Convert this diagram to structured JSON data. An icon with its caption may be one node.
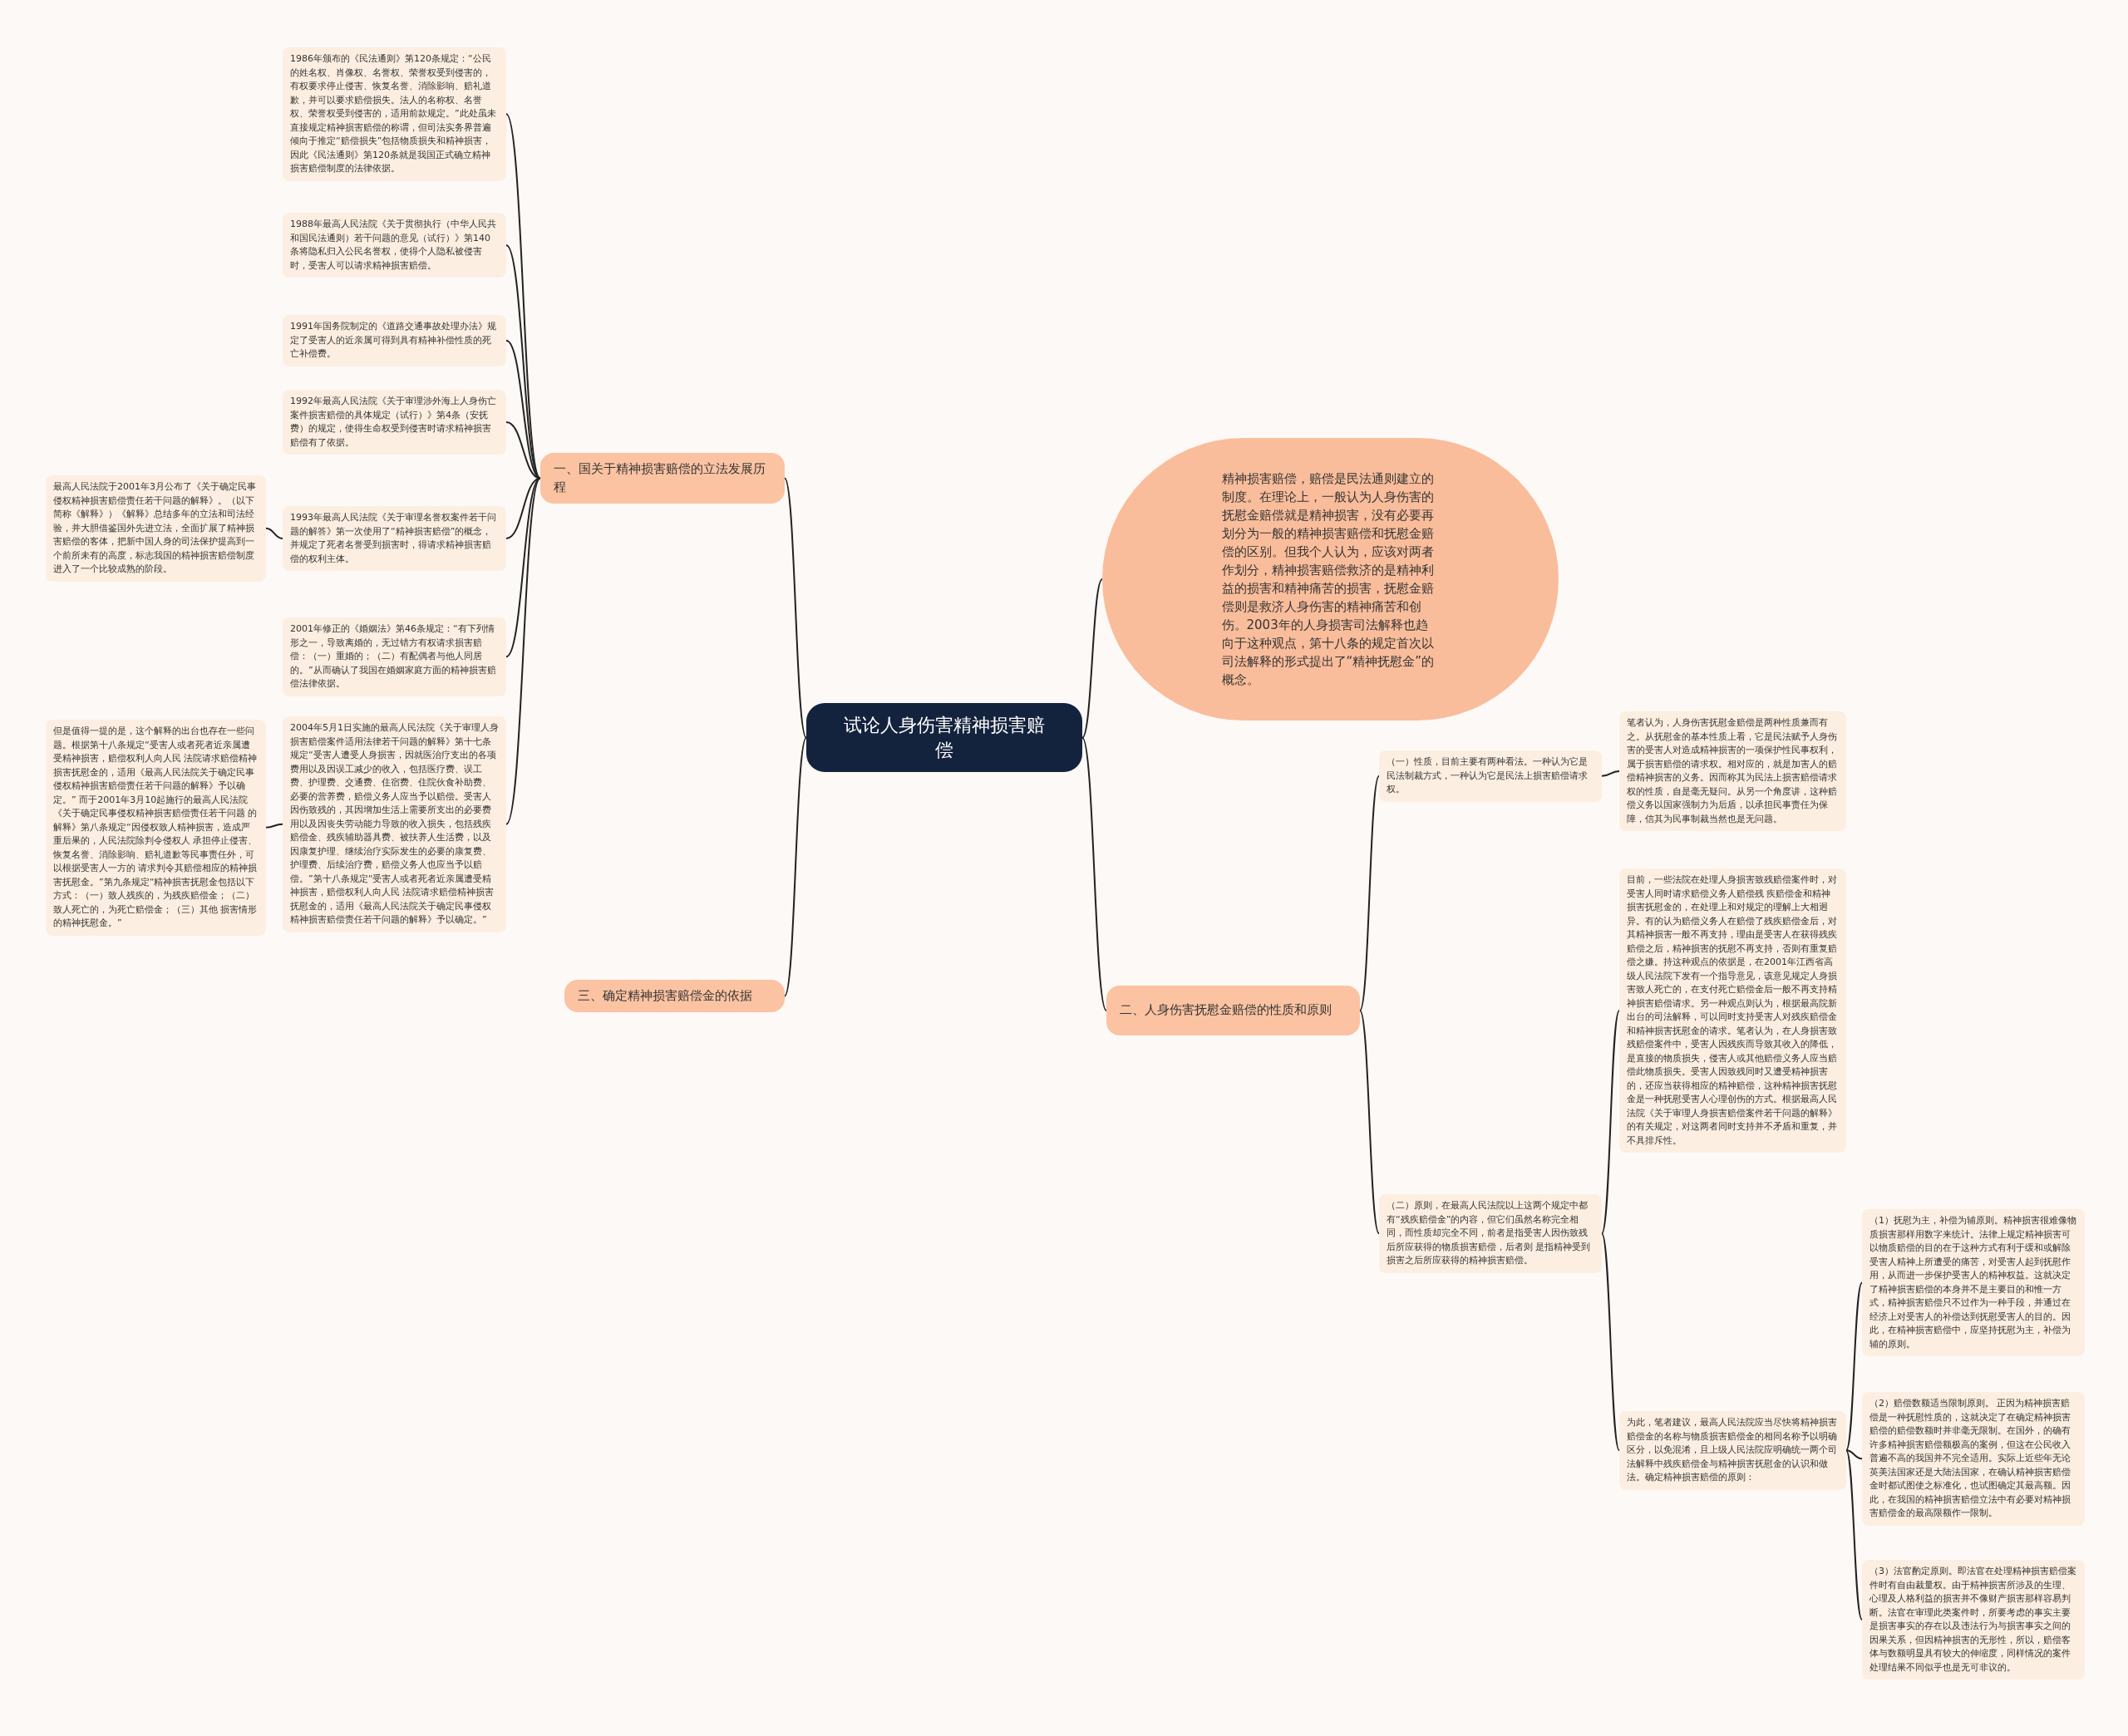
{
  "diagram": {
    "nodes": [
      {
        "text": [
          "试论人身伤害精神损害赔偿"
        ]
      },
      {
        "text": [
          "一、国关于精神损害赔偿的立法发展历程"
        ]
      },
      {
        "text": [
          "1986年颁布的《民法通则》第120条规定：“公民的姓名权、肖像权、名誉权、荣誉权受到侵害的，有权要求停止侵害、恢复名誉、消除影响、赔礼道歉，并可以要求赔偿损失。法人的名称权、名誉权、荣誉权受到侵害的，适用前款规定。”此处虽未直接规定精神损害赔偿的称谓，但司法实务界普遍倾向于推定“赔偿损失”包括物质损失和精神损害，因此《民法通则》第120条就是我国正式确立精神损害赔偿制度的法律依据。"
        ]
      },
      {
        "text": [
          "1988年最高人民法院《关于贯彻执行（中华人民共和国民法通则）若干问题的意见（试行）》第140条将隐私归入公民名誉权，使得个人隐私被侵害时，受害人可以请求精神损害赔偿。"
        ]
      },
      {
        "text": [
          "1991年国务院制定的《道路交通事故处理办法》规定了受害人的近亲属可得到具有精神补偿性质的死亡补偿费。"
        ]
      },
      {
        "text": [
          "1992年最高人民法院《关于审理涉外海上人身伤亡案件损害赔偿的具体规定（试行）》第4条（安抚费）的规定，使得生命权受到侵害时请求精神损害赔偿有了依据。"
        ]
      },
      {
        "text": [
          "1993年最高人民法院《关于审理名誉权案件若干问题的解答》第一次使用了“精神损害赔偿”的概念，并规定了死者名誉受到损害时，得请求精神损害赔偿的权利主体。"
        ]
      },
      {
        "text": [
          "最高人民法院于2001年3月公布了《关于确定民事侵权精神损害赔偿责任若干问题的解释》。（以下简称《解释》）《解释》总结多年的立法和司法经验，并大胆借鉴国外先进立法，全面扩展了精神损害赔偿的客体，把新中国人身的司法保护提高到一个前所未有的高度，标志我国的精神损害赔偿制度进入了一个比较成熟的阶段。"
        ]
      },
      {
        "text": [
          "2001年修正的《婚姻法》第46条规定：“有下列情形之一，导致离婚的，无过错方有权请求损害赔偿：（一）重婚的；（二）有配偶者与他人同居的。”从而确认了我国在婚姻家庭方面的精神损害赔偿法律依据。"
        ]
      },
      {
        "text": [
          "2004年5月1日实施的最高人民法院《关于审理人身损害赔偿案件适用法律若干问题的解释》第十七条规定“受害人遭受人身损害，因就医治疗支出的各项费用以及因误工减少的收入，包括医疗费、误工费、护理费、交通费、住宿费、住院伙食补助费、必要的营养费，赔偿义务人应当予以赔偿。受害人因伤致残的，其因增加生活上需要所支出的必要费用以及因丧失劳动能力导致的收入损失，包括残疾赔偿金、残疾辅助器具费、被扶养人生活费，以及因康复护理、继续治疗实际发生的必要的康复费、护理费、后续治疗费，赔偿义务人也应当予以赔偿。”第十八条规定“受害人或者死者近亲属遭受精神损害，赔偿权利人向人民 法院请求赔偿精神损害抚慰金的，适用《最高人民法院关于确定民事侵权精神损害赔偿责任若干问题的解释》予以确定。”"
        ]
      },
      {
        "text": [
          "但是值得一提的是，这个解释的出台也存在一些问题。根据第十八条规定“受害人或者死者近亲属遭受精神损害，赔偿权利人向人民 法院请求赔偿精神损害抚慰金的，适用《最高人民法院关于确定民事侵权精神损害赔偿责任若干问题的解释》予以确定。” 而于2001年3月10起施行的最高人民法院《关于确定民事侵权精神损害赔偿责任若干问题 的解释》第八条规定“因侵权致人精神损害，造成严重后果的，人民法院除判令侵权人 承担停止侵害、恢复名誉、消除影响、赔礼道歉等民事责任外，可以根据受害人一方的 请求判令其赔偿相应的精神损害抚慰金。”第九条规定“精神损害抚慰金包括以下方式：（一）致人残疾的，为残疾赔偿金；（二）致人死亡的，为死亡赔偿金；（三）其他 损害情形的精神抚慰金。”"
        ]
      },
      {
        "text": [
          "精神损害赔偿，赔偿是民法通则建立的制度。在理论上，一般认为人身伤害的抚慰金赔偿就是精神损害，没有必要再划分为一般的精神损害赔偿和抚慰金赔偿的区别。但我个人认为，应该对两者作划分，精神损害赔偿救济的是精神利益的损害和精神痛苦的损害，抚慰金赔偿则是救济人身伤害的精神痛苦和创伤。2003年的人身损害司法解释也趋向于这种观点，第十八条的规定首次以司法解释的形式提出了“精神抚慰金”的概念。"
        ]
      },
      {
        "text": [
          "三、确定精神损害赔偿金的依据"
        ]
      },
      {
        "text": [
          "二、人身伤害抚慰金赔偿的性质和原则"
        ]
      },
      {
        "text": [
          "（一）性质，目前主要有两种看法。一种认为它是民法制裁方式，一种认为它是民法上损害赔偿请求权。"
        ]
      },
      {
        "text": [
          "笔者认为，人身伤害抚慰金赔偿是两种性质兼而有之。从抚慰金的基本性质上看，它是民法赋予人身伤害的受害人对造成精神损害的一项保护性民事权利，属于损害赔偿的请求权。相对应的，就是加害人的赔偿精神损害的义务。因而称其为民法上损害赔偿请求权的性质，自是毫无疑问。从另一个角度讲，这种赔偿义务以国家强制力为后盾，以承担民事责任为保障，信其为民事制裁当然也是无问题。"
        ]
      },
      {
        "text": [
          "（二）原则，在最高人民法院以上这两个规定中都有“残疾赔偿金”的内容，但它们虽然名称完全相同，而性质却完全不同，前者是指受害人因伤致残后所应获得的物质损害赔偿，后者则 是指精神受到损害之后所应获得的精神损害赔偿。"
        ]
      },
      {
        "text": [
          "目前，一些法院在处理人身损害致残赔偿案件时，对受害人同时请求赔偿义务人赔偿残 疾赔偿金和精神损害抚慰金的，在处理上和对规定的理解上大相迥异。有的认为赔偿义务人在赔偿了残疾赔偿金后，对其精神损害一般不再支持，理由是受害人在获得残疾赔偿之后，精神损害的抚慰不再支持，否则有重复赔偿之嫌。持这种观点的依据是，在2001年江西省高级人民法院下发有一个指导意见，该意见规定人身损害致人死亡的，在支付死亡赔偿金后一般不再支持精神损害赔偿请求。另一种观点则认为，根据最高院新出台的司法解释，可以同时支持受害人对残疾赔偿金和精神损害抚慰金的请求。笔者认为，在人身损害致残赔偿案件中，受害人因残疾而导致其收入的降低，是直接的物质损失，侵害人或其他赔偿义务人应当赔偿此物质损失。受害人因致残同时又遭受精神损害的，还应当获得相应的精神赔偿，这种精神损害抚慰金是一种抚慰受害人心理创伤的方式。根据最高人民法院《关于审理人身损害赔偿案件若干问题的解释》的有关规定，对这两者同时支持并不矛盾和重复，并不具排斥性。"
        ]
      },
      {
        "text": [
          "为此，笔者建议，最高人民法院应当尽快将精神损害赔偿金的名称与物质损害赔偿金的相同名称予以明确区分，以免混淆，且上级人民法院应明确统一两个司法解释中残疾赔偿金与精神损害抚慰金的认识和做法。确定精神损害赔偿的原则："
        ]
      },
      {
        "text": [
          "（1）抚慰为主，补偿为辅原则。精神损害很难像物质损害那样用数字来统计。法律上规定精神损害可以物质赔偿的目的在于这种方式有利于缓和或解除受害人精神上所遭受的痛苦，对受害人起到抚慰作用，从而进一步保护受害人的精神权益。这就决定了精神损害赔偿的本身并不是主要目的和惟一方式，精神损害赔偿只不过作为一种手段，并通过在经济上对受害人的补偿达到抚慰受害人的目的。因此，在精神损害赔偿中，应坚持抚慰为主，补偿为辅的原则。"
        ]
      },
      {
        "text": [
          "（2）赔偿数额适当限制原则。 正因为精神损害赔偿是一种抚慰性质的，这就决定了在确定精神损害赔偿的赔偿数额时并非毫无限制。在国外，的确有许多精神损害赔偿额极高的案例，但这在公民收入普遍不高的我国并不完全适用。实际上近些年无论英美法国家还是大陆法国家，在确认精神损害赔偿金时都试图使之标准化，也试图确定其最高额。因此，在我国的精神损害赔偿立法中有必要对精神损害赔偿金的最高限额作一限制。"
        ]
      },
      {
        "text": [
          "（3）法官酌定原则。即法官在处理精神损害赔偿案件时有自由裁量权。由于精神损害所涉及的生理、心理及人格利益的损害并不像财产损害那样容易判断。法官在审理此类案件时，所要考虑的事实主要是损害事实的存在以及违法行为与损害事实之间的因果关系，但因精神损害的无形性，所以，赔偿客体与数额明显具有较大的伸缩度，同样情况的案件处理结果不同似乎也是无可非议的。"
        ]
      }
    ],
    "edges": [
      {
        "from": 0,
        "to": 1,
        "arrow": "none"
      },
      {
        "from": 0,
        "to": 11,
        "arrow": "none"
      },
      {
        "from": 0,
        "to": 12,
        "arrow": "none"
      },
      {
        "from": 0,
        "to": 13,
        "arrow": "none"
      },
      {
        "from": 1,
        "to": 2,
        "arrow": "none"
      },
      {
        "from": 1,
        "to": 3,
        "arrow": "none"
      },
      {
        "from": 1,
        "to": 4,
        "arrow": "none"
      },
      {
        "from": 1,
        "to": 5,
        "arrow": "none"
      },
      {
        "from": 1,
        "to": 6,
        "arrow": "none"
      },
      {
        "from": 6,
        "to": 7,
        "arrow": "none"
      },
      {
        "from": 1,
        "to": 8,
        "arrow": "none"
      },
      {
        "from": 1,
        "to": 9,
        "arrow": "none"
      },
      {
        "from": 9,
        "to": 10,
        "arrow": "none"
      },
      {
        "from": 13,
        "to": 14,
        "arrow": "none"
      },
      {
        "from": 14,
        "to": 15,
        "arrow": "none"
      },
      {
        "from": 13,
        "to": 16,
        "arrow": "none"
      },
      {
        "from": 16,
        "to": 17,
        "arrow": "none"
      },
      {
        "from": 16,
        "to": 18,
        "arrow": "none"
      },
      {
        "from": 18,
        "to": 19,
        "arrow": "none"
      },
      {
        "from": 18,
        "to": 20,
        "arrow": "none"
      },
      {
        "from": 18,
        "to": 21,
        "arrow": "none"
      }
    ]
  }
}
